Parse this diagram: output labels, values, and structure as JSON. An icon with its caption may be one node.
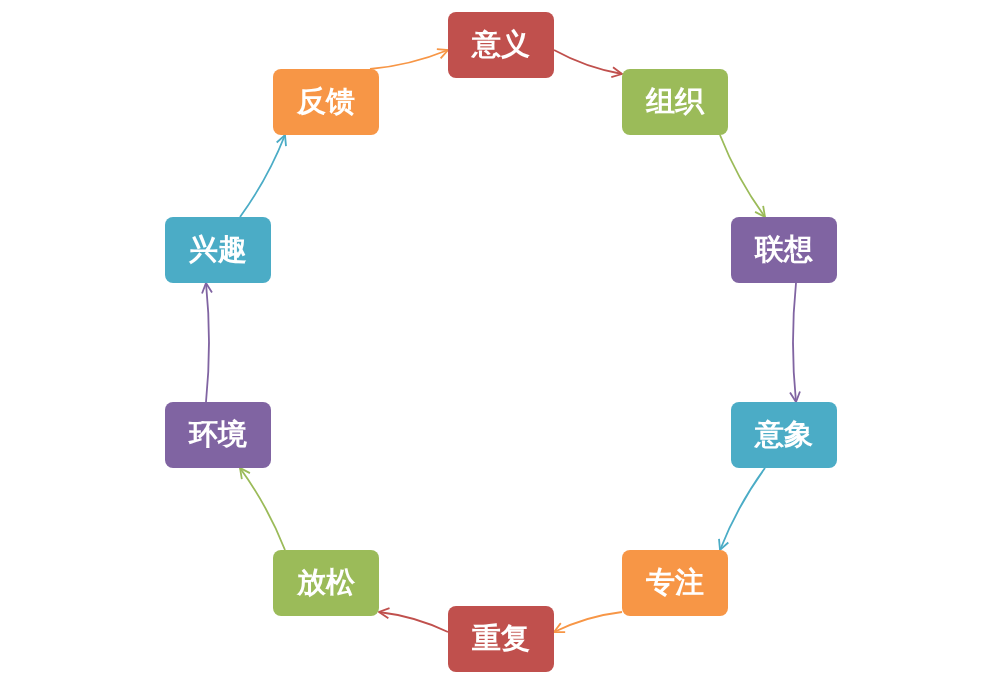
{
  "diagram": {
    "nodes": [
      {
        "text": [
          "意义"
        ]
      },
      {
        "text": [
          "组织"
        ]
      },
      {
        "text": [
          "联想"
        ]
      },
      {
        "text": [
          "意象"
        ]
      },
      {
        "text": [
          "专注"
        ]
      },
      {
        "text": [
          "重复"
        ]
      },
      {
        "text": [
          "放松"
        ]
      },
      {
        "text": [
          "环境"
        ]
      },
      {
        "text": [
          "兴趣"
        ]
      },
      {
        "text": [
          "反馈"
        ]
      }
    ],
    "edges": [
      {
        "from": 9,
        "to": 0,
        "arrow": "to",
        "color": "#f79646"
      },
      {
        "from": 0,
        "to": 1,
        "arrow": "to",
        "color": "#c0504d"
      },
      {
        "from": 1,
        "to": 2,
        "arrow": "to",
        "color": "#9bbb59"
      },
      {
        "from": 2,
        "to": 3,
        "arrow": "to",
        "color": "#8064a2"
      },
      {
        "from": 3,
        "to": 4,
        "arrow": "to",
        "color": "#4bacc6"
      },
      {
        "from": 4,
        "to": 5,
        "arrow": "to",
        "color": "#f79646"
      },
      {
        "from": 5,
        "to": 6,
        "arrow": "to",
        "color": "#c0504d"
      },
      {
        "from": 6,
        "to": 7,
        "arrow": "to",
        "color": "#9bbb59"
      },
      {
        "from": 7,
        "to": 8,
        "arrow": "to",
        "color": "#8064a2"
      },
      {
        "from": 8,
        "to": 9,
        "arrow": "to",
        "color": "#4bacc6"
      }
    ]
  }
}
